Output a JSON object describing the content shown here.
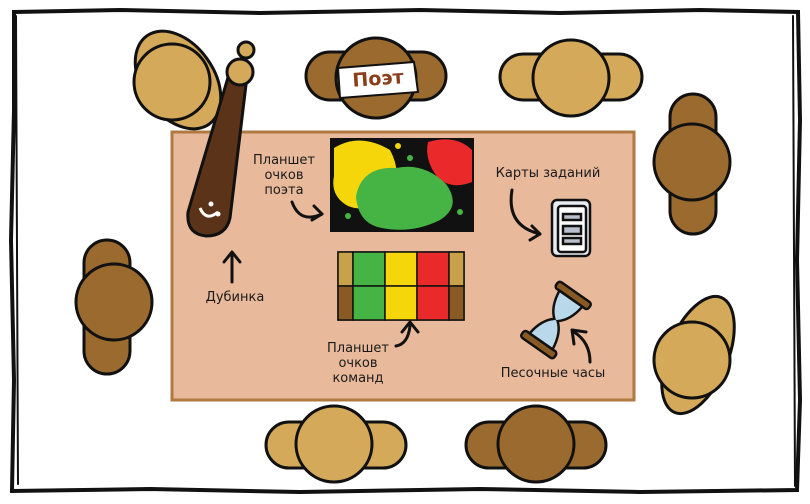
{
  "colors": {
    "table": "#e8b99a",
    "table_border": "#b0793f",
    "person_light": "#d4a95a",
    "person_dark": "#9b6a2e",
    "club": "#5a3318",
    "black": "#111111",
    "yellow": "#f4d60a",
    "green": "#46b445",
    "red": "#ea2a2a",
    "board_edge": "#8a5a25",
    "board_tan": "#c8a24a"
  },
  "labels": {
    "poet": "Поэт",
    "poet_board": [
      "Планшет",
      "очков",
      "поэта"
    ],
    "task_cards": "Карты заданий",
    "club": "Дубинка",
    "team_board": [
      "Планшет",
      "очков",
      "команд"
    ],
    "hourglass": "Песочные часы"
  },
  "icons": {
    "club": "club-icon",
    "task_card": "task-card-icon",
    "hourglass": "hourglass-icon",
    "arrow": "curved-arrow-icon"
  }
}
